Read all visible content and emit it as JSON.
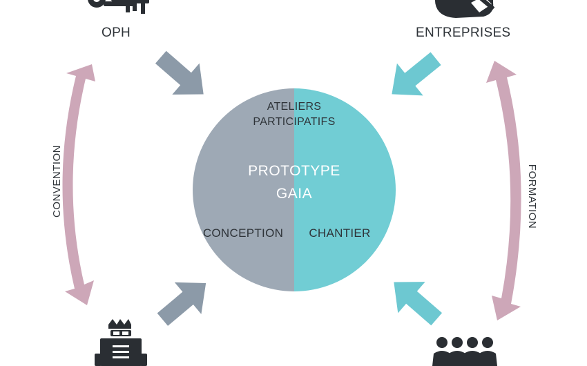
{
  "nodes": {
    "oph": "OPH",
    "entreprises": "ENTREPRISES"
  },
  "circle": {
    "top_label_line1": "ATELIERS",
    "top_label_line2": "PARTICIPATIFS",
    "title_line1": "PROTOTYPE",
    "title_line2": "GAIA",
    "left_label": "CONCEPTION",
    "right_label": "CHANTIER"
  },
  "links": {
    "left": "CONVENTION",
    "right": "FORMATION"
  },
  "colors": {
    "gray_half": "#9ea9b5",
    "teal_half": "#71cdd4",
    "gray_arrow": "#8c9aa8",
    "teal_arrow": "#6dc8d1",
    "pink_arrow": "#cda7b8",
    "icon": "#2a2e33"
  },
  "icons": [
    "keys-icon",
    "handshake-icon",
    "architect-icon",
    "people-group-icon"
  ]
}
